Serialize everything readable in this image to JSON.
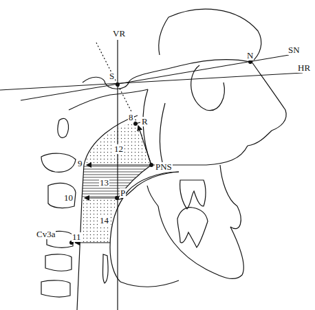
{
  "diagram": {
    "labels": [
      "VR",
      "N",
      "SN",
      "S",
      "HR",
      "8",
      "R",
      "12",
      "9",
      "PNS",
      "13",
      "10",
      "P",
      "14",
      "Cv3a",
      "11"
    ]
  }
}
